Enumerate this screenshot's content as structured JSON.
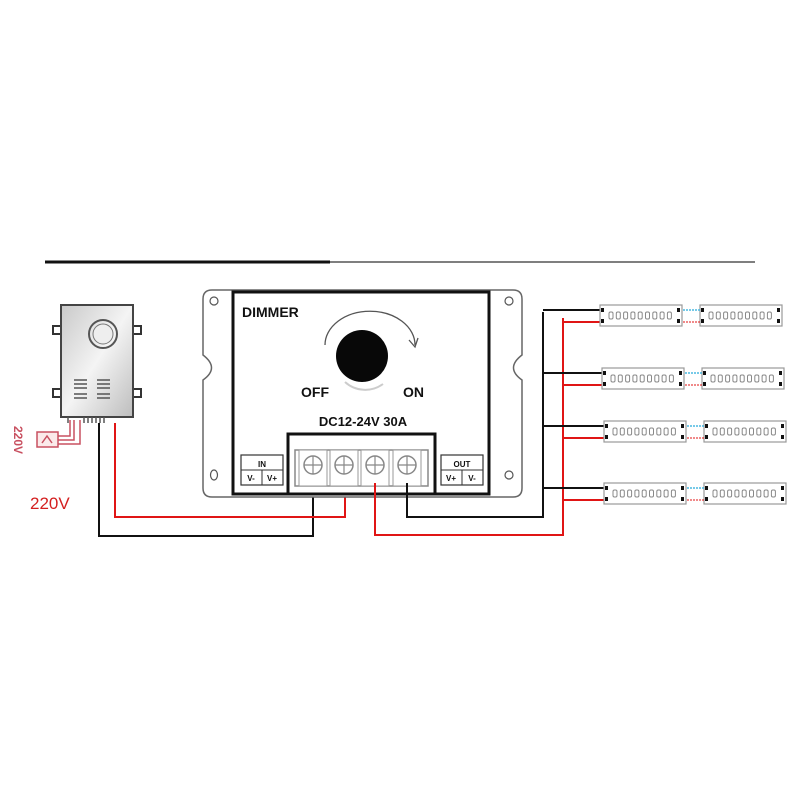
{
  "power_supply": {
    "voltage_label": "220V",
    "plug_label": "220V"
  },
  "dimmer": {
    "title": "DIMMER",
    "off_label": "OFF",
    "on_label": "ON",
    "rating": "DC12-24V 30A",
    "in_block": {
      "title": "IN",
      "pins": [
        "V-",
        "V+"
      ]
    },
    "out_block": {
      "title": "OUT",
      "pins": [
        "V+",
        "V-"
      ]
    }
  },
  "led_strips": {
    "rows": 4,
    "segments_per_row": 2,
    "leds_per_segment": 9
  },
  "colors": {
    "positive_wire": "#e01515",
    "negative_wire": "#111111",
    "label_red": "#d42020",
    "link_blue": "#4ab8e0"
  }
}
